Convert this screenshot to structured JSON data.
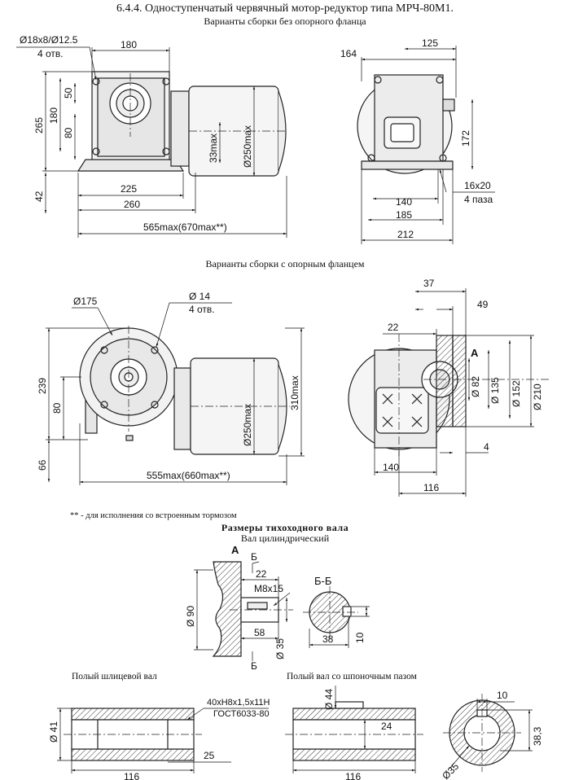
{
  "title": "6.4.4. Одноступенчатый червячный мотор-редуктор типа МРЧ-80М1.",
  "subtitle_no_flange": "Варианты сборки без опорного фланца",
  "subtitle_flange": "Варианты сборки с опорным фланцем",
  "note": "** - для исполнения со встроенным тормозом",
  "shaft_title": "Размеры тихоходного вала",
  "shaft_subtitle": "Вал цилиндрический",
  "label_spline": "Полый шлицевой вал",
  "label_keyed": "Полый вал со шпоночным пазом",
  "dims": {
    "d_holes": "Ø18x8/Ø12.5",
    "holes4": "4 отв.",
    "w180": "180",
    "h50": "50",
    "h180": "180",
    "h265": "265",
    "h80": "80",
    "h33": "33max",
    "d250a": "Ø250max",
    "w225": "225",
    "w260": "260",
    "h42": "42",
    "len565": "565max(670max**)",
    "w164": "164",
    "w125": "125",
    "h172": "172",
    "key16": "16x20",
    "slots4": "4 паза",
    "w140a": "140",
    "w185": "185",
    "w212": "212",
    "d175": "Ø175",
    "d14": "Ø 14",
    "holes4b": "4 отв.",
    "h239": "239",
    "h80b": "80",
    "h66": "66",
    "d250b": "Ø250max",
    "h310": "310max",
    "len555": "555max(660max**)",
    "w37": "37",
    "w49": "49",
    "w22": "22",
    "viewA": "A",
    "d82": "Ø 82",
    "d135": "Ø 135",
    "d152": "Ø 152",
    "d210": "Ø 210",
    "w4": "4",
    "w140b": "140",
    "w116a": "116",
    "A2": "A",
    "B1": "Б",
    "B2": "Б",
    "s22": "22",
    "m8": "M8x15",
    "d90": "Ø 90",
    "s58": "58",
    "d35a": "Ø 35",
    "bb": "Б-Б",
    "s38": "38",
    "s10": "10",
    "d41": "Ø 41",
    "spline": "40xH8x1,5x11H",
    "gost": "ГОСТ6033-80",
    "s116b": "116",
    "s25": "25",
    "d44": "Ø 44",
    "s24": "24",
    "s116c": "116",
    "k10": "10",
    "k383": "38,3",
    "d35b": "Ø35"
  }
}
